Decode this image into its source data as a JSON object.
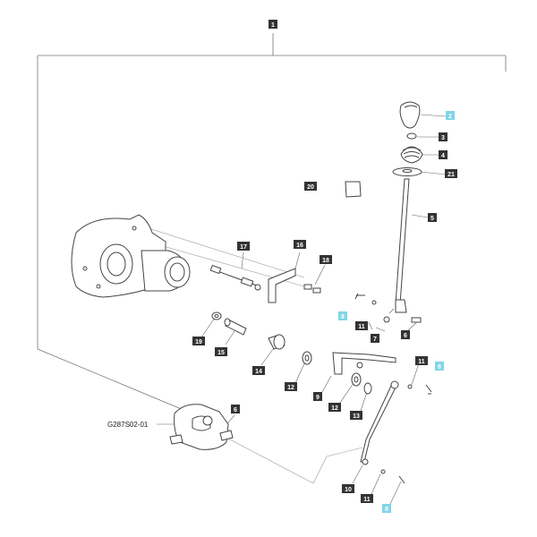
{
  "callouts": [
    {
      "id": "c1",
      "label": "1",
      "style": "dark"
    },
    {
      "id": "c2",
      "label": "2",
      "style": "cyan"
    },
    {
      "id": "c3",
      "label": "3",
      "style": "dark"
    },
    {
      "id": "c4",
      "label": "4",
      "style": "dark"
    },
    {
      "id": "c21",
      "label": "21",
      "style": "dark"
    },
    {
      "id": "c20",
      "label": "20",
      "style": "dark"
    },
    {
      "id": "c5",
      "label": "5",
      "style": "dark"
    },
    {
      "id": "c17",
      "label": "17",
      "style": "dark"
    },
    {
      "id": "c16",
      "label": "16",
      "style": "dark"
    },
    {
      "id": "c18",
      "label": "18",
      "style": "dark"
    },
    {
      "id": "c8a",
      "label": "8",
      "style": "cyan"
    },
    {
      "id": "c11a",
      "label": "11",
      "style": "dark"
    },
    {
      "id": "c7",
      "label": "7",
      "style": "dark"
    },
    {
      "id": "c6a",
      "label": "6",
      "style": "dark"
    },
    {
      "id": "c19",
      "label": "19",
      "style": "dark"
    },
    {
      "id": "c15",
      "label": "15",
      "style": "dark"
    },
    {
      "id": "c14",
      "label": "14",
      "style": "dark"
    },
    {
      "id": "c12a",
      "label": "12",
      "style": "dark"
    },
    {
      "id": "c9",
      "label": "9",
      "style": "dark"
    },
    {
      "id": "c12b",
      "label": "12",
      "style": "dark"
    },
    {
      "id": "c13",
      "label": "13",
      "style": "dark"
    },
    {
      "id": "c11b",
      "label": "11",
      "style": "dark"
    },
    {
      "id": "c8b",
      "label": "8",
      "style": "cyan"
    },
    {
      "id": "c6b",
      "label": "6",
      "style": "dark"
    },
    {
      "id": "c10",
      "label": "10",
      "style": "dark"
    },
    {
      "id": "c11c",
      "label": "11",
      "style": "dark"
    },
    {
      "id": "c8c",
      "label": "8",
      "style": "cyan"
    }
  ],
  "reference_label": "G287S02-01",
  "colors": {
    "dark": "#333333",
    "cyan": "#7fd6e6",
    "line": "#555555",
    "part": "#444444"
  }
}
